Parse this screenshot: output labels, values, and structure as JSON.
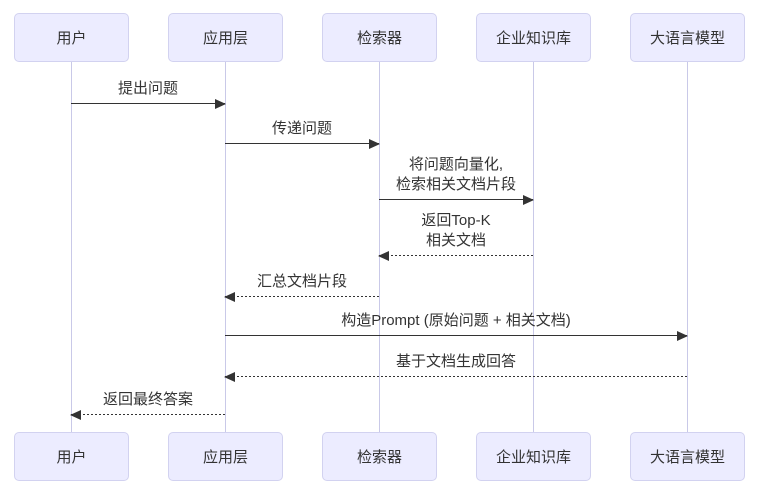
{
  "diagram": {
    "type": "sequence",
    "actors": [
      {
        "id": "user",
        "name": "用户"
      },
      {
        "id": "app",
        "name": "应用层"
      },
      {
        "id": "retriever",
        "name": "检索器"
      },
      {
        "id": "kb",
        "name": "企业知识库"
      },
      {
        "id": "llm",
        "name": "大语言模型"
      }
    ],
    "messages": [
      {
        "from": "用户",
        "to": "应用层",
        "style": "solid",
        "label": "提出问题"
      },
      {
        "from": "应用层",
        "to": "检索器",
        "style": "solid",
        "label": "传递问题"
      },
      {
        "from": "检索器",
        "to": "企业知识库",
        "style": "solid",
        "label": "将问题向量化,\n检索相关文档片段"
      },
      {
        "from": "企业知识库",
        "to": "检索器",
        "style": "dotted",
        "label": "返回Top-K\n相关文档"
      },
      {
        "from": "检索器",
        "to": "应用层",
        "style": "dotted",
        "label": "汇总文档片段"
      },
      {
        "from": "应用层",
        "to": "大语言模型",
        "style": "solid",
        "label": "构造Prompt (原始问题 + 相关文档)"
      },
      {
        "from": "大语言模型",
        "to": "应用层",
        "style": "dotted",
        "label": "基于文档生成回答"
      },
      {
        "from": "应用层",
        "to": "用户",
        "style": "dotted",
        "label": "返回最终答案"
      }
    ],
    "colors": {
      "background": "#FFFFFF",
      "actor_fill": "#ECECFF",
      "actor_border": "#D2D2F0",
      "lifeline": "#C9C9E8",
      "arrow": "#333333",
      "text": "#333333"
    }
  }
}
